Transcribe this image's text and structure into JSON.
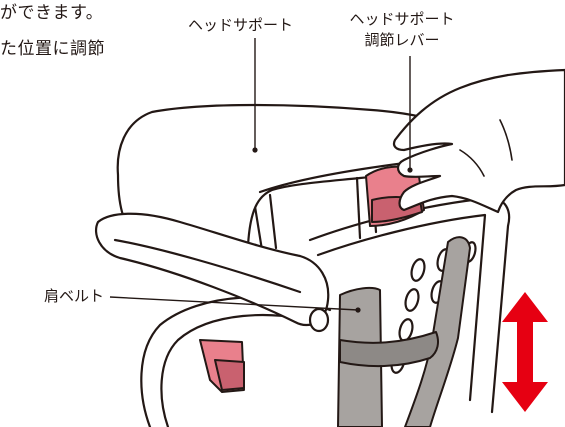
{
  "body_text": {
    "line1": "ができます。",
    "line2": "た位置に調節"
  },
  "labels": {
    "head_support": "ヘッドサポート",
    "head_support_lever_line1": "ヘッドサポート",
    "head_support_lever_line2": "調節レバー",
    "shoulder_belt": "肩ベルト"
  },
  "colors": {
    "outline": "#231815",
    "lever_pink": "#e9808c",
    "lever_shadow": "#c9616f",
    "belt_gray": "#a7a3a0",
    "belt_dark": "#8d8986",
    "arrow_red": "#e60012"
  },
  "icons": {
    "adjust_arrow": "vertical-double-arrow-icon"
  }
}
